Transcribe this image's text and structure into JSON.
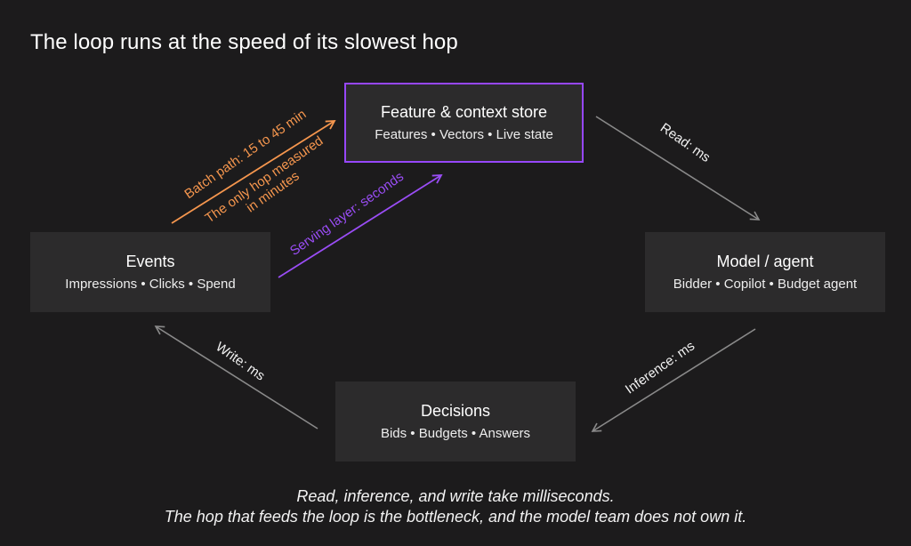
{
  "title": "The loop runs at the speed of its slowest hop",
  "nodes": {
    "store": {
      "title": "Feature & context store",
      "subtitle": "Features • Vectors • Live state"
    },
    "events": {
      "title": "Events",
      "subtitle": "Impressions • Clicks • Spend"
    },
    "model": {
      "title": "Model / agent",
      "subtitle": "Bidder • Copilot • Budget agent"
    },
    "decisions": {
      "title": "Decisions",
      "subtitle": "Bids • Budgets • Answers"
    }
  },
  "edges": {
    "read": "Read: ms",
    "inference": "Inference: ms",
    "write": "Write: ms",
    "batch": "Batch path: 15 to 45 min",
    "batch_note_line1": "The only hop  measured",
    "batch_note_line2": "in minutes",
    "serving": "Serving layer: seconds"
  },
  "footer": {
    "line1": "Read, inference, and write take milliseconds.",
    "line2": "The hop that feeds the loop is the bottleneck, and the model team does not own it."
  },
  "colors": {
    "background": "#1c1b1c",
    "node_fill": "#2c2b2c",
    "highlight_border": "#9747ff",
    "batch_orange": "#f5964e",
    "serving_purple": "#9a4df5",
    "arrow_gray": "#8a8a8a"
  }
}
